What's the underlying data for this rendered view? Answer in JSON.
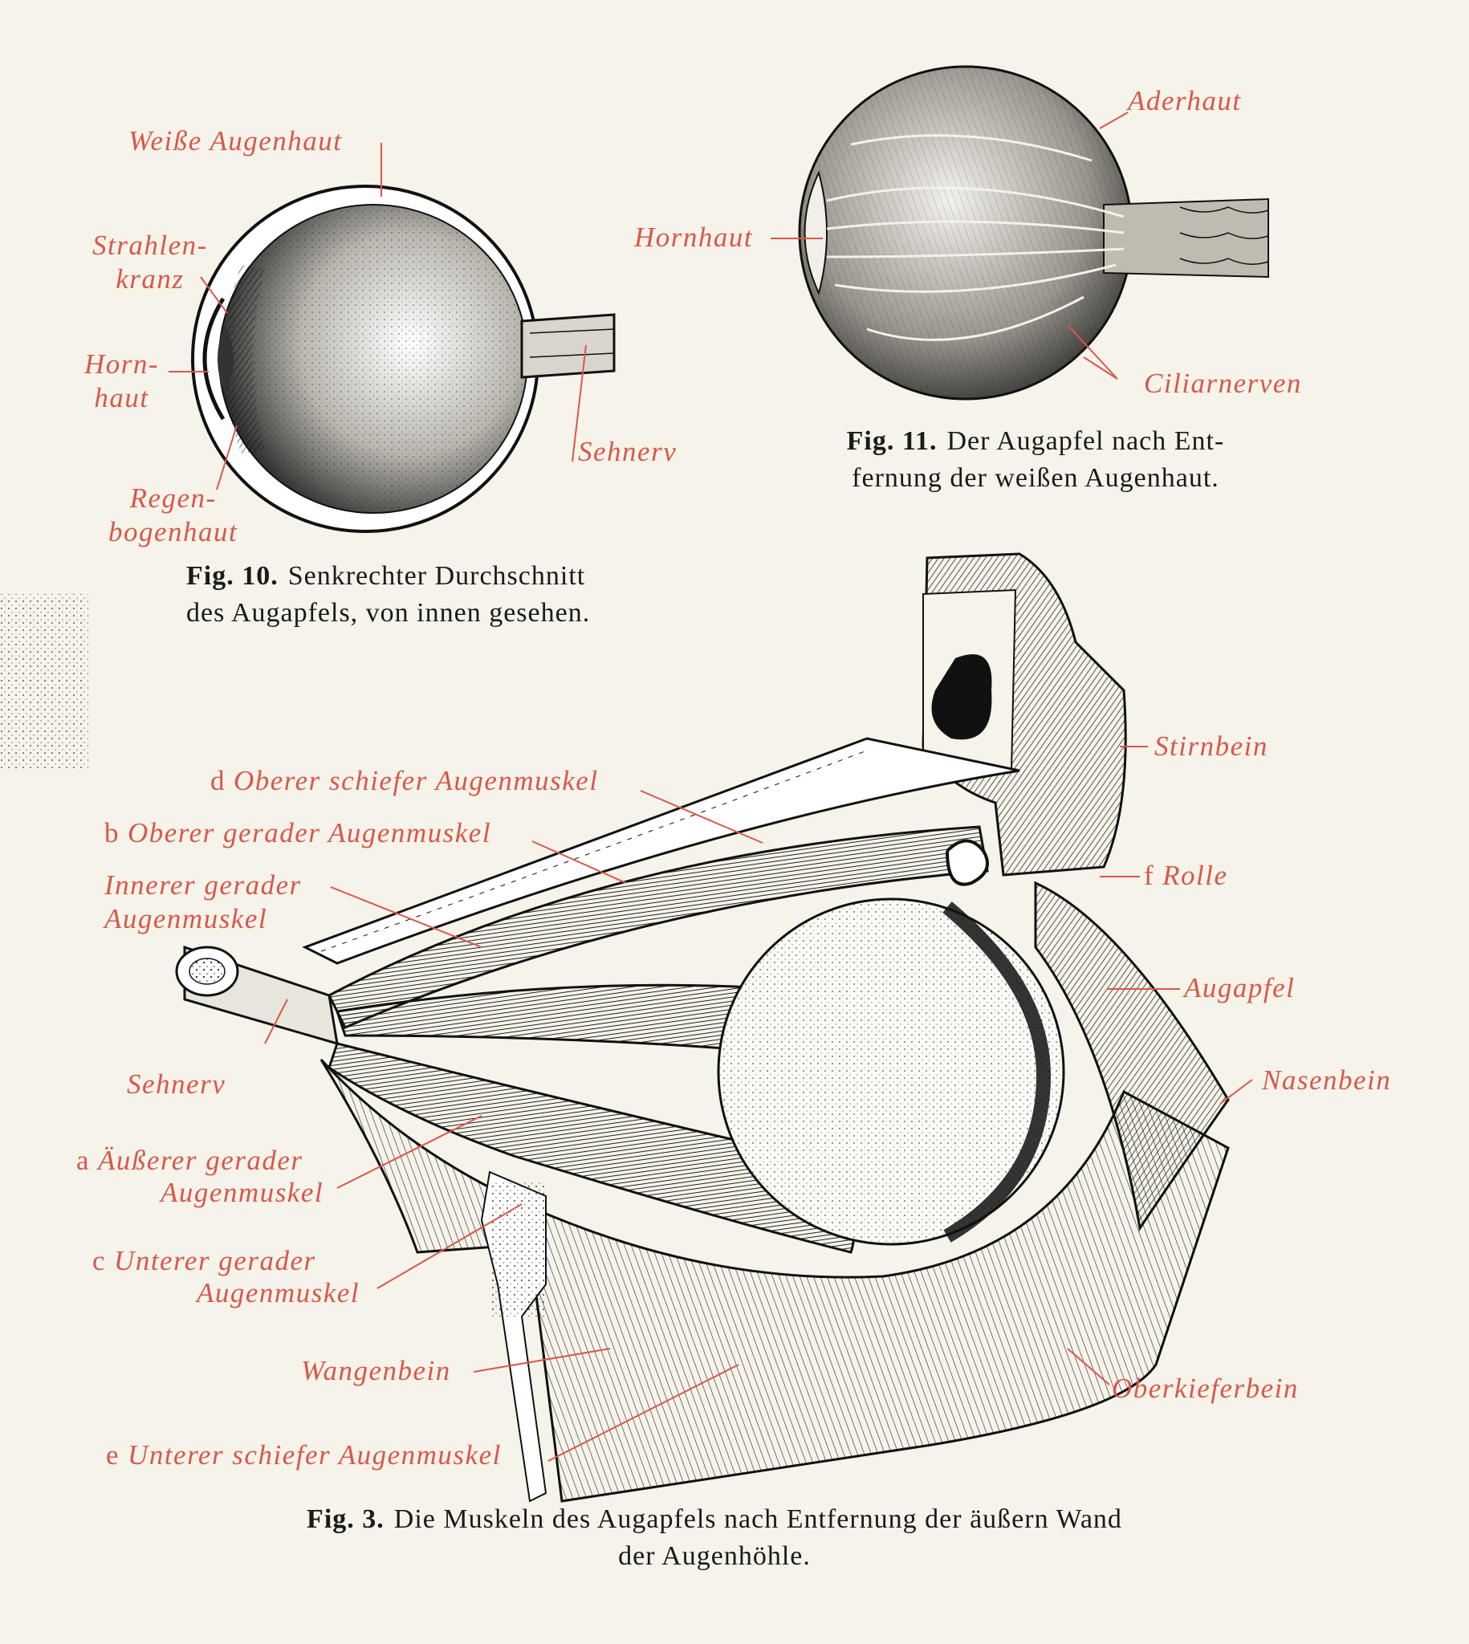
{
  "colors": {
    "label_red": "#d9574a",
    "ink": "#111111",
    "paper": "#f6f3ea"
  },
  "fig10": {
    "labels": {
      "weisse_augenhaut": "Weiße Augenhaut",
      "strahlenkranz": "Strahlen-\nkranz",
      "hornhaut": "Horn-\nhaut",
      "regenbogenhaut": "Regen-\nbogenhaut",
      "sehnerv": "Sehnerv"
    },
    "caption_number": "Fig. 10.",
    "caption_line1": "Senkrechter Durchschnitt",
    "caption_line2": "des Augapfels, von innen gesehen."
  },
  "fig11": {
    "labels": {
      "aderhaut": "Aderhaut",
      "hornhaut": "Hornhaut",
      "ciliarnerven": "Ciliarnerven"
    },
    "caption_number": "Fig. 11.",
    "caption_line1": "Der Augapfel nach Ent-",
    "caption_line2": "fernung der weißen Augenhaut."
  },
  "fig3": {
    "labels": {
      "d_key": "d",
      "d_text": "Oberer schiefer Augenmuskel",
      "b_key": "b",
      "b_text": "Oberer gerader Augenmuskel",
      "innerer": "Innerer gerader\nAugenmuskel",
      "sehnerv": "Sehnerv",
      "a_key": "a",
      "a_text": "Äußerer gerader",
      "a_text2": "Augenmuskel",
      "c_key": "c",
      "c_text": "Unterer gerader",
      "c_text2": "Augenmuskel",
      "wangenbein": "Wangenbein",
      "e_key": "e",
      "e_text": "Unterer schiefer Augenmuskel",
      "stirnbein": "Stirnbein",
      "f_key": "f",
      "f_text": "Rolle",
      "augapfel": "Augapfel",
      "nasenbein": "Nasenbein",
      "oberkieferbein": "Oberkieferbein"
    },
    "caption_number": "Fig. 3.",
    "caption_line1": "Die Muskeln des Augapfels nach Entfernung der äußern Wand",
    "caption_line2": "der Augenhöhle."
  }
}
